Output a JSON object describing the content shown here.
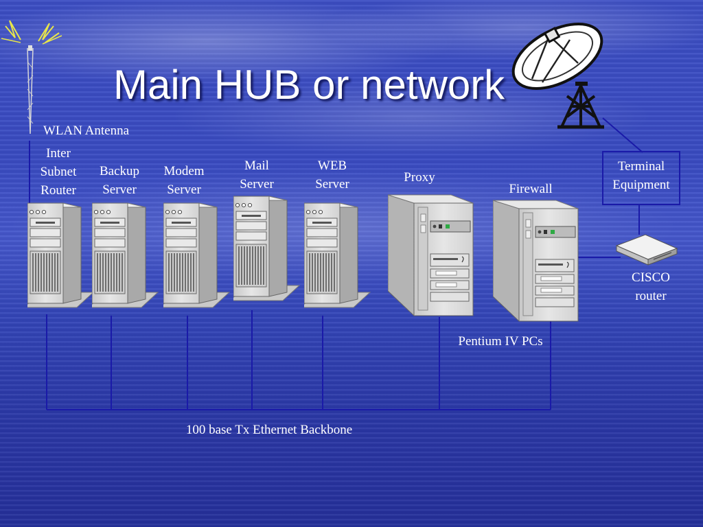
{
  "slide": {
    "title": "Main HUB or network",
    "labels": {
      "wlan_antenna": "WLAN Antenna",
      "inter_subnet_router": "Inter\nSubnet\nRouter",
      "backup_server": "Backup\nServer",
      "modem_server": "Modem\nServer",
      "mail_server": "Mail\nServer",
      "web_server": "WEB\nServer",
      "proxy": "Proxy",
      "firewall": "Firewall",
      "terminal_equipment": "Terminal\nEquipment",
      "cisco_router": "CISCO\nrouter",
      "pentium_pcs": "Pentium IV PCs",
      "backbone": "100 base Tx Ethernet Backbone"
    }
  },
  "colors": {
    "background": "#3a4cc2",
    "wire": "#1a1aa8",
    "text": "#ffffff",
    "case": "#d9d9d9"
  }
}
